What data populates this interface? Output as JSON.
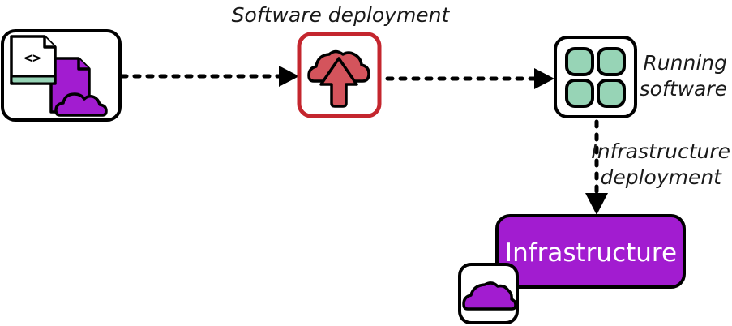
{
  "labels": {
    "software_deployment": "Software deployment",
    "running_software_line1": "Running",
    "running_software_line2": "software",
    "infrastructure_deployment_line1": "Infrastructure",
    "infrastructure_deployment_line2": "deployment",
    "infrastructure": "Infrastructure"
  },
  "nodes": [
    {
      "id": "source-code",
      "icon": "code-and-cloud-files-icon"
    },
    {
      "id": "software-deployment",
      "icon": "cloud-upload-icon"
    },
    {
      "id": "running-software",
      "icon": "app-grid-icon"
    },
    {
      "id": "infrastructure",
      "icon": "cloud-icon"
    }
  ],
  "edges": [
    {
      "from": "source-code",
      "to": "software-deployment",
      "style": "dotted"
    },
    {
      "from": "software-deployment",
      "to": "running-software",
      "style": "dotted"
    },
    {
      "from": "running-software",
      "to": "infrastructure",
      "style": "dotted",
      "label": "Infrastructure deployment"
    }
  ],
  "colors": {
    "outline": "#000000",
    "purple": "#a21cd0",
    "red_border": "#c4262e",
    "red_fill": "#d4545c",
    "mint": "#97d4b6",
    "white": "#ffffff",
    "text": "#1a1a1a"
  }
}
